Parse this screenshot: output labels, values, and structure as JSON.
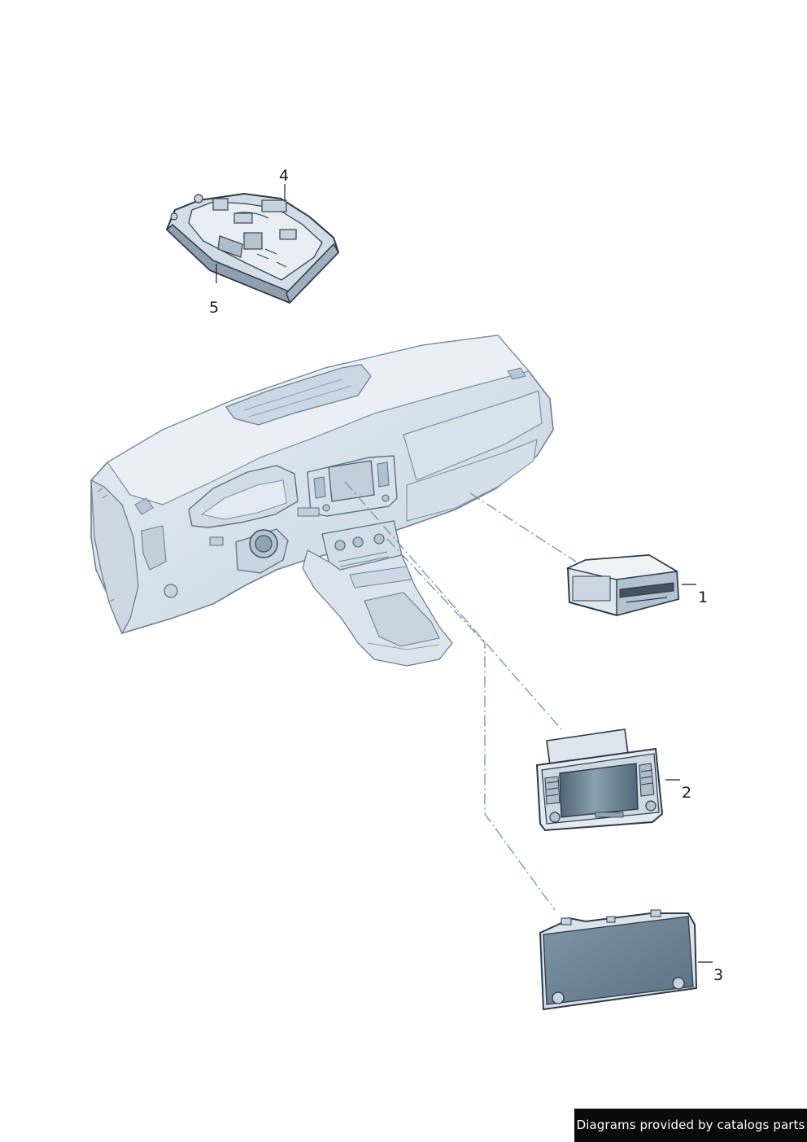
{
  "callouts": [
    {
      "id": "1",
      "label": "1"
    },
    {
      "id": "2",
      "label": "2"
    },
    {
      "id": "3",
      "label": "3"
    },
    {
      "id": "4",
      "label": "4"
    },
    {
      "id": "5",
      "label": "5"
    }
  ],
  "footer": {
    "credit": "Diagrams provided by catalogs parts"
  },
  "colors": {
    "part_fill": "#dfe7ef",
    "part_shade": "#b8c7d5",
    "outline": "#3a4552",
    "leader_dash": "#7f98ad",
    "display_glass": "#6d8596",
    "credit_bg": "#0a0a0a"
  }
}
